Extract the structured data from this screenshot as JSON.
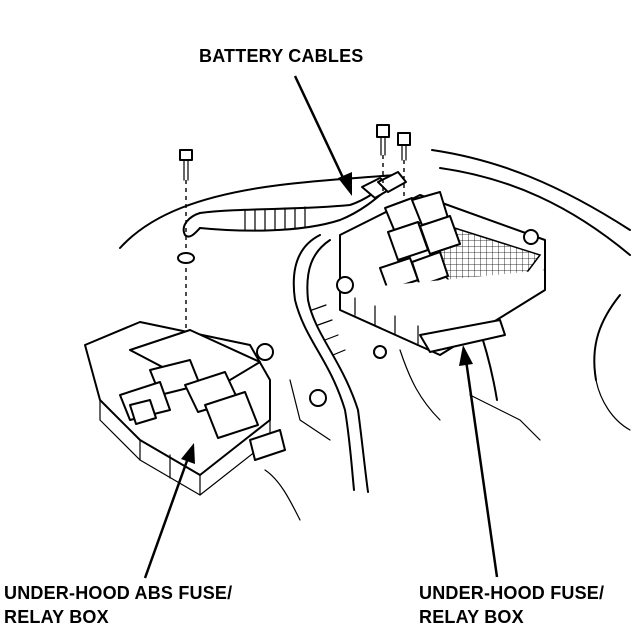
{
  "labels": {
    "battery_cables": "BATTERY CABLES",
    "abs_box_line1": "UNDER-HOOD ABS FUSE/",
    "abs_box_line2": "RELAY BOX",
    "fuse_box_line1": "UNDER-HOOD FUSE/",
    "fuse_box_line2": "RELAY BOX"
  }
}
